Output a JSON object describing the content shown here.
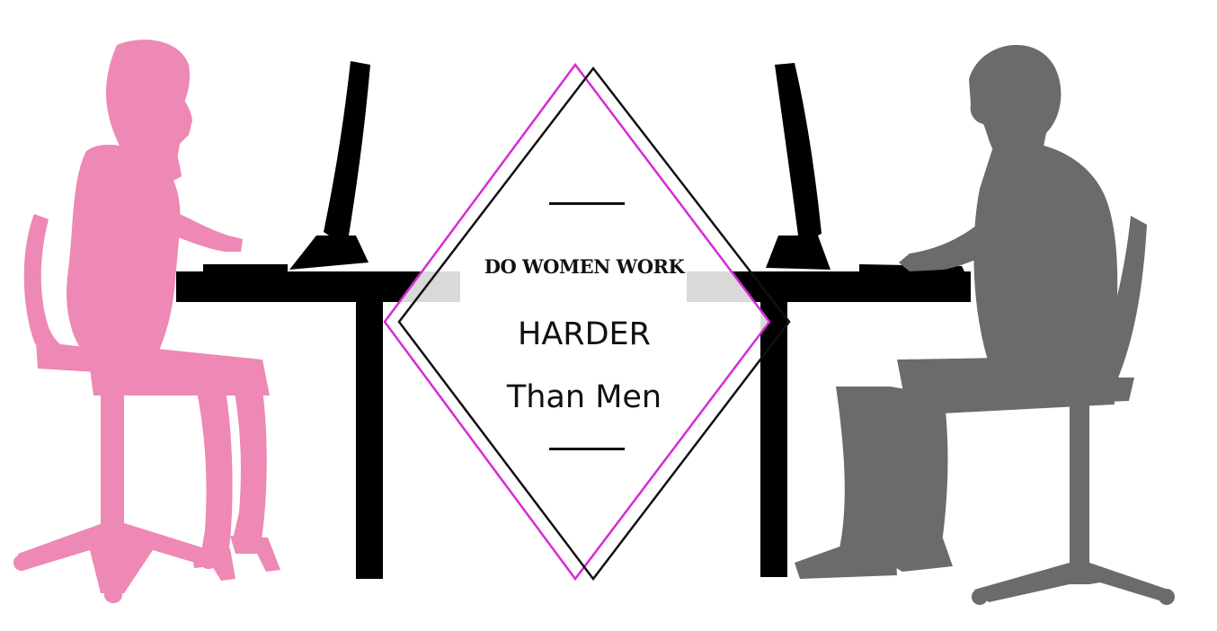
{
  "title": {
    "line1": "DO WOMEN WORK",
    "line2": "HARDER",
    "line3": "Than Men"
  },
  "colors": {
    "woman": "#ee88b4",
    "man": "#6b6b6b",
    "desk": "#000000",
    "diamond_accent": "#d62ad6",
    "diamond_outline": "#111111"
  },
  "figures": {
    "left": "woman-at-desk-silhouette",
    "right": "man-at-desk-silhouette"
  }
}
